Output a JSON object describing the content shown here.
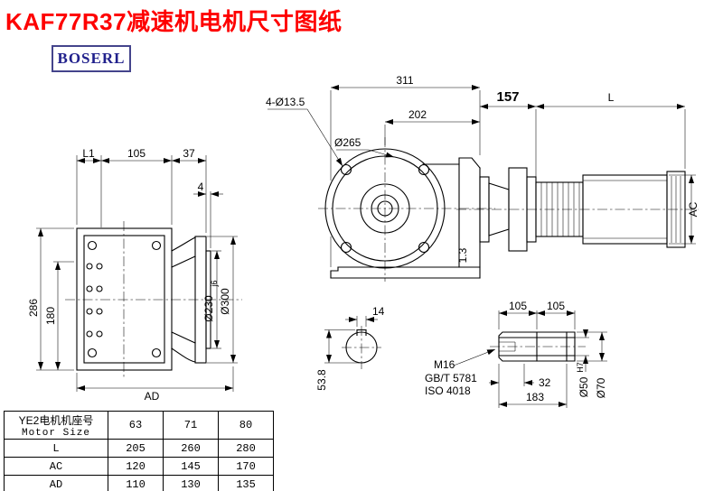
{
  "title": "KAF77R37减速机电机尺寸图纸",
  "logo": "BOSERL",
  "side_view": {
    "dim_l1": "L1",
    "dim_105": "105",
    "dim_37": "37",
    "dim_4": "4",
    "dim_286": "286",
    "dim_180": "180",
    "dim_ad": "AD",
    "dim_d230": "Ø230",
    "dim_d230_tol": "j6",
    "dim_d300": "Ø300"
  },
  "front_view": {
    "dim_311": "311",
    "dim_holes": "4-Ø13.5",
    "dim_202": "202",
    "dim_d265": "Ø265",
    "dim_13": "1.3"
  },
  "motor_view": {
    "dim_157": "157",
    "dim_l": "L",
    "dim_ac": "AC"
  },
  "shaft_section": {
    "dim_14": "14",
    "dim_538": "53.8"
  },
  "shaft_view": {
    "dim_105a": "105",
    "dim_105b": "105",
    "thread": "M16",
    "std1": "GB/T 5781",
    "std2": "ISO 4018",
    "dim_32": "32",
    "dim_183": "183",
    "dim_d50": "Ø50",
    "dim_d50_tol": "H7",
    "dim_d70": "Ø70"
  },
  "table": {
    "header_line1": "YE2电机机座号",
    "header_line2": "Motor Size",
    "sizes": [
      "63",
      "71",
      "80"
    ],
    "rows": [
      {
        "label": "L",
        "values": [
          "205",
          "260",
          "280"
        ]
      },
      {
        "label": "AC",
        "values": [
          "120",
          "145",
          "170"
        ]
      },
      {
        "label": "AD",
        "values": [
          "110",
          "130",
          "135"
        ]
      }
    ]
  }
}
